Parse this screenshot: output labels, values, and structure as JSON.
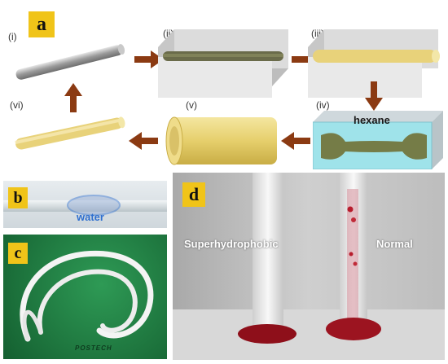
{
  "panel_a": {
    "tag": "a",
    "steps": [
      "(i)",
      "(ii)",
      "(iii)",
      "(iv)",
      "(v)",
      "(vi)"
    ],
    "hexane_label": "hexane"
  },
  "panel_b": {
    "tag": "b",
    "water_label": "water"
  },
  "panel_c": {
    "tag": "c",
    "watermark": "POSTECH"
  },
  "panel_d": {
    "tag": "d",
    "left_label": "Superhydrophobic",
    "right_label": "Normal"
  },
  "colors": {
    "tag_yellow": "#f0c419",
    "arrow_brown": "#8b3a12",
    "tube_yellow": "#e8d27a",
    "hexane_cyan": "#9fe3ea",
    "water_blue": "#2f6fcf",
    "panel_c_green": "#1f7a3f",
    "blood_red": "#8e0f1a"
  }
}
